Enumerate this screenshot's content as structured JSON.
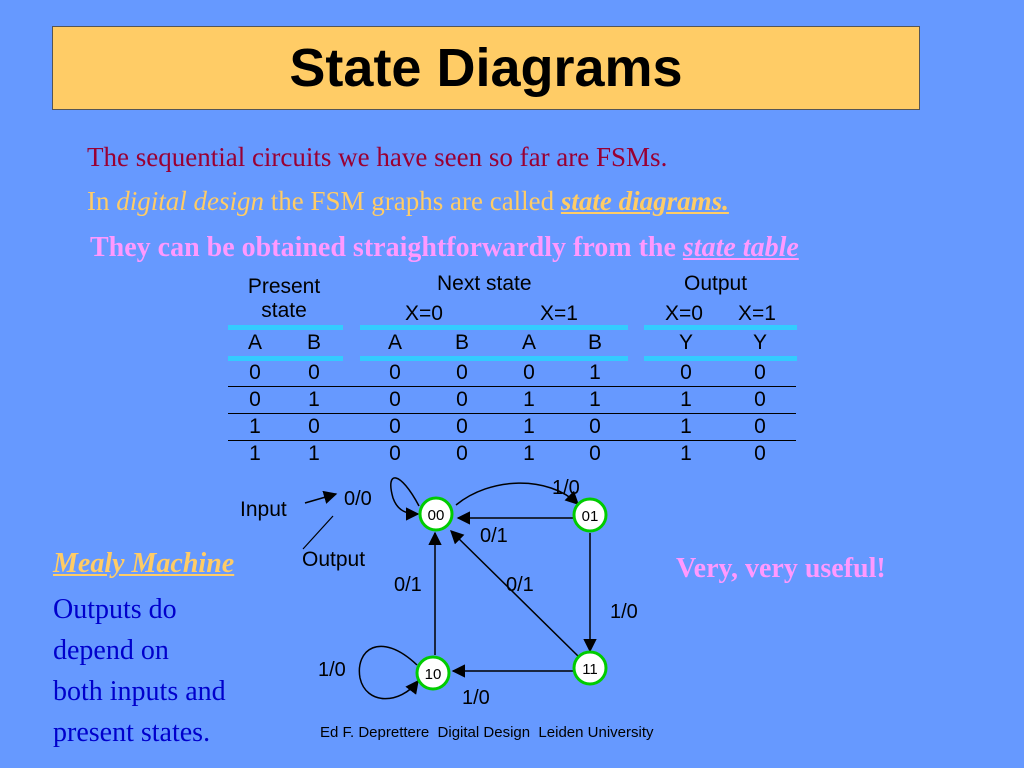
{
  "title": "State Diagrams",
  "lines": {
    "l1": "The sequential circuits we have seen so far are FSMs.",
    "l2_pre": "In ",
    "l2_italic": "digital design",
    "l2_mid": " the FSM graphs are called ",
    "l2_link": "state diagrams.",
    "l3_pre": "They can be obtained straightforwardly from the ",
    "l3_link": "state table"
  },
  "table": {
    "present_state": "Present state",
    "present_line1": "Present",
    "present_line2": "state",
    "next_state": "Next state",
    "output": "Output",
    "x0": "X=0",
    "x1": "X=1",
    "col_A": "A",
    "col_B": "B",
    "col_Y": "Y",
    "rows": [
      [
        "0",
        "0",
        "0",
        "0",
        "0",
        "1",
        "0",
        "0"
      ],
      [
        "0",
        "1",
        "0",
        "0",
        "1",
        "1",
        "1",
        "0"
      ],
      [
        "1",
        "0",
        "0",
        "0",
        "1",
        "0",
        "1",
        "0"
      ],
      [
        "1",
        "1",
        "0",
        "0",
        "1",
        "0",
        "1",
        "0"
      ]
    ]
  },
  "diagram": {
    "states": [
      "00",
      "01",
      "10",
      "11"
    ],
    "edges": {
      "self_00": "0/0",
      "e00_01": "1/0",
      "e01_00": "0/1",
      "e10_00": "0/1",
      "e11_00": "0/1",
      "e01_11": "1/0",
      "e11_10": "1/0",
      "self_10": "1/0"
    },
    "input_label": "Input",
    "output_label": "Output"
  },
  "mealy": {
    "title": "Mealy Machine",
    "l1": "Outputs do",
    "l2": "depend on",
    "l3": "both inputs and",
    "l4": "present states."
  },
  "useful": "Very, very useful!",
  "footer": "Ed F. Deprettere  Digital Design  Leiden University"
}
